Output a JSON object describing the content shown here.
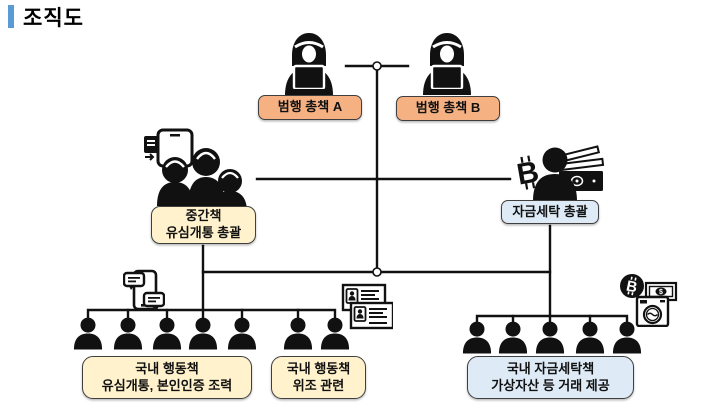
{
  "page": {
    "title": "조직도"
  },
  "colors": {
    "accent_bar": "#5B9BD5",
    "leader_box_fill": "#F6B183",
    "action_box_fill": "#FFF2CC",
    "launder_box_fill": "#DEEBF7",
    "box_border": "#3F3F3F",
    "line_color": "#111111"
  },
  "nodes": {
    "leader_a": {
      "label": "범행 총책 A"
    },
    "leader_b": {
      "label": "범행 총책 B"
    },
    "middle_broker": {
      "line1": "중간책",
      "line2": "유심개통 총괄"
    },
    "laundering_head": {
      "label": "자금세탁 총괄"
    },
    "agents_sim": {
      "line1": "국내 행동책",
      "line2": "유심개통, 본인인증 조력",
      "member_count": 5
    },
    "agents_forgery": {
      "line1": "국내 행동책",
      "line2": "위조 관련",
      "member_count": 2
    },
    "launderers": {
      "line1": "국내 자금세탁책",
      "line2": "가상자산 등 거래 제공",
      "member_count": 5
    }
  },
  "icons": {
    "hacker": "hooded-hacker-with-laptop",
    "sim_phone": "smartphone-with-sim-card",
    "broker_group": "three-person-group",
    "bitcoin_glyph": "₿",
    "cash": "banknote-stack",
    "chat_phone": "phone-with-chat-bubbles",
    "id_cards": "id-card-pair",
    "bitcoin_badge": "bitcoin-coin",
    "dollar_bill": "dollar-banknote",
    "washer": "washing-machine",
    "member": "person-silhouette"
  }
}
